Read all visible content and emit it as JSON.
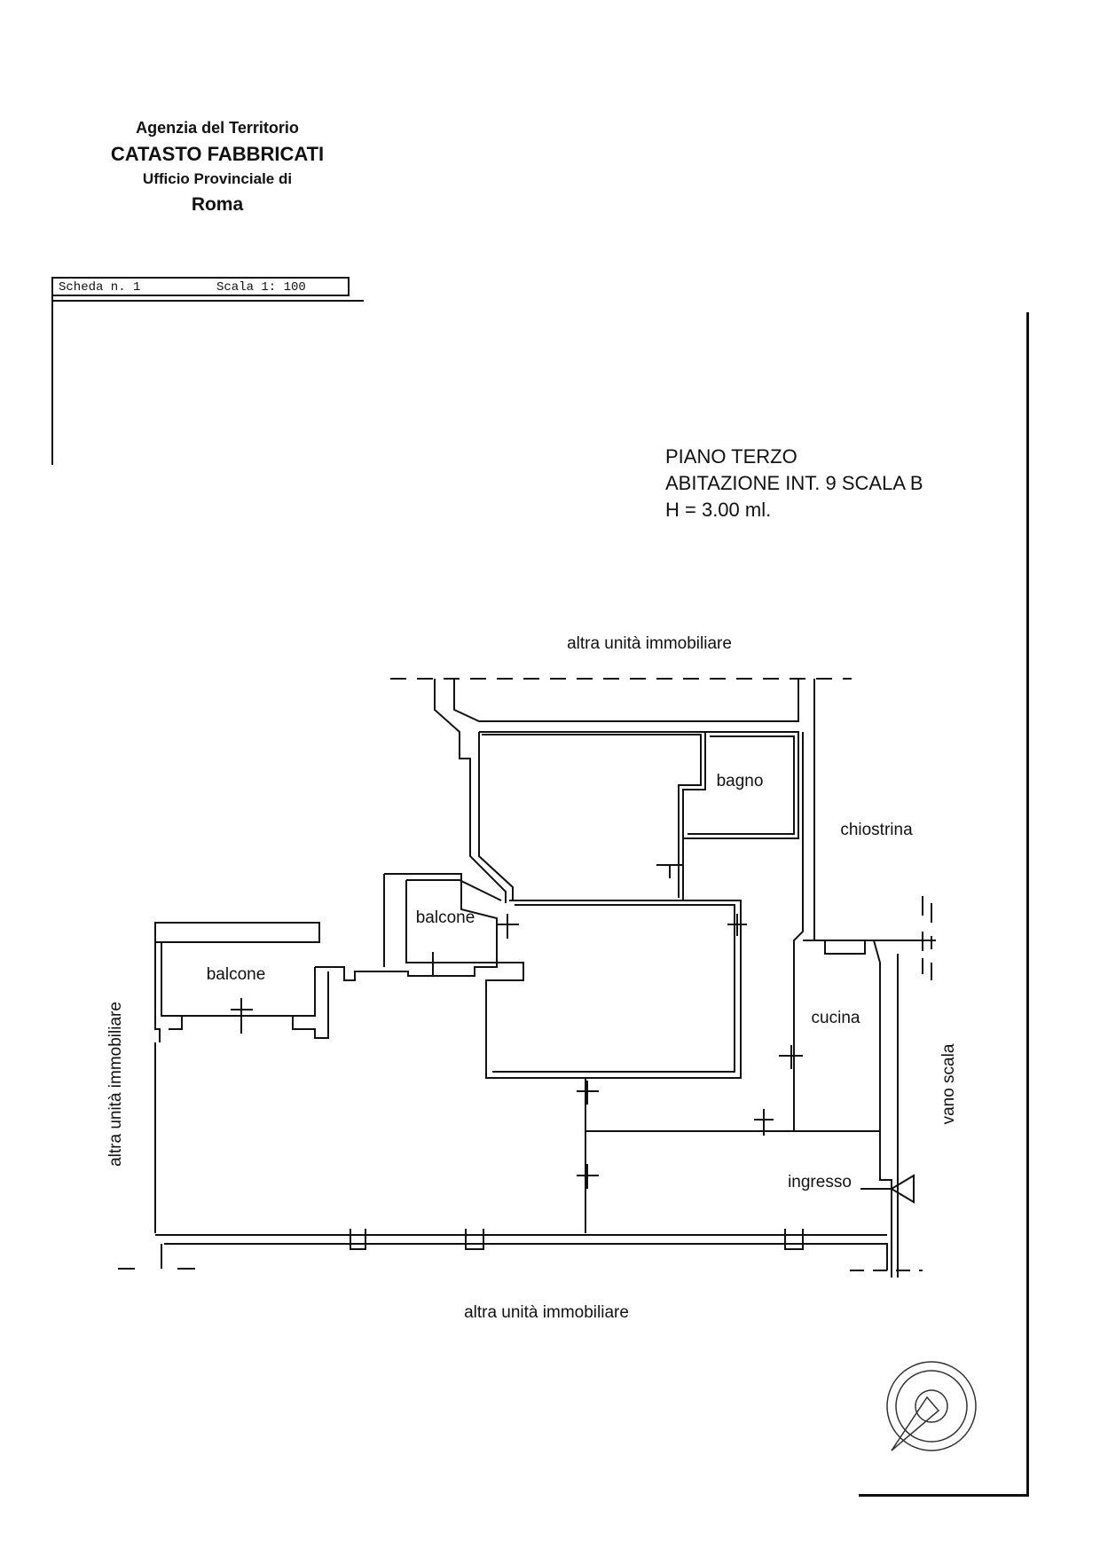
{
  "header": {
    "agency": "Agenzia del Territorio",
    "catasto": "CATASTO FABBRICATI",
    "ufficio": "Ufficio Provinciale di",
    "city": "Roma"
  },
  "scheda": {
    "number": "Scheda n. 1",
    "scale": "Scala 1: 100"
  },
  "floor_info": {
    "piano": "PIANO TERZO",
    "unit": "ABITAZIONE INT. 9 SCALA B",
    "height": "H = 3.00 ml."
  },
  "labels": {
    "top_neighbor": "altra unità immobiliare",
    "bottom_neighbor": "altra unità immobiliare",
    "left_neighbor": "altra unità immobiliare",
    "vano_scala": "vano scala",
    "bagno": "bagno",
    "chiostrina": "chiostrina",
    "balcone_small": "balcone",
    "balcone_large": "balcone",
    "cucina": "cucina",
    "ingresso": "ingresso"
  }
}
